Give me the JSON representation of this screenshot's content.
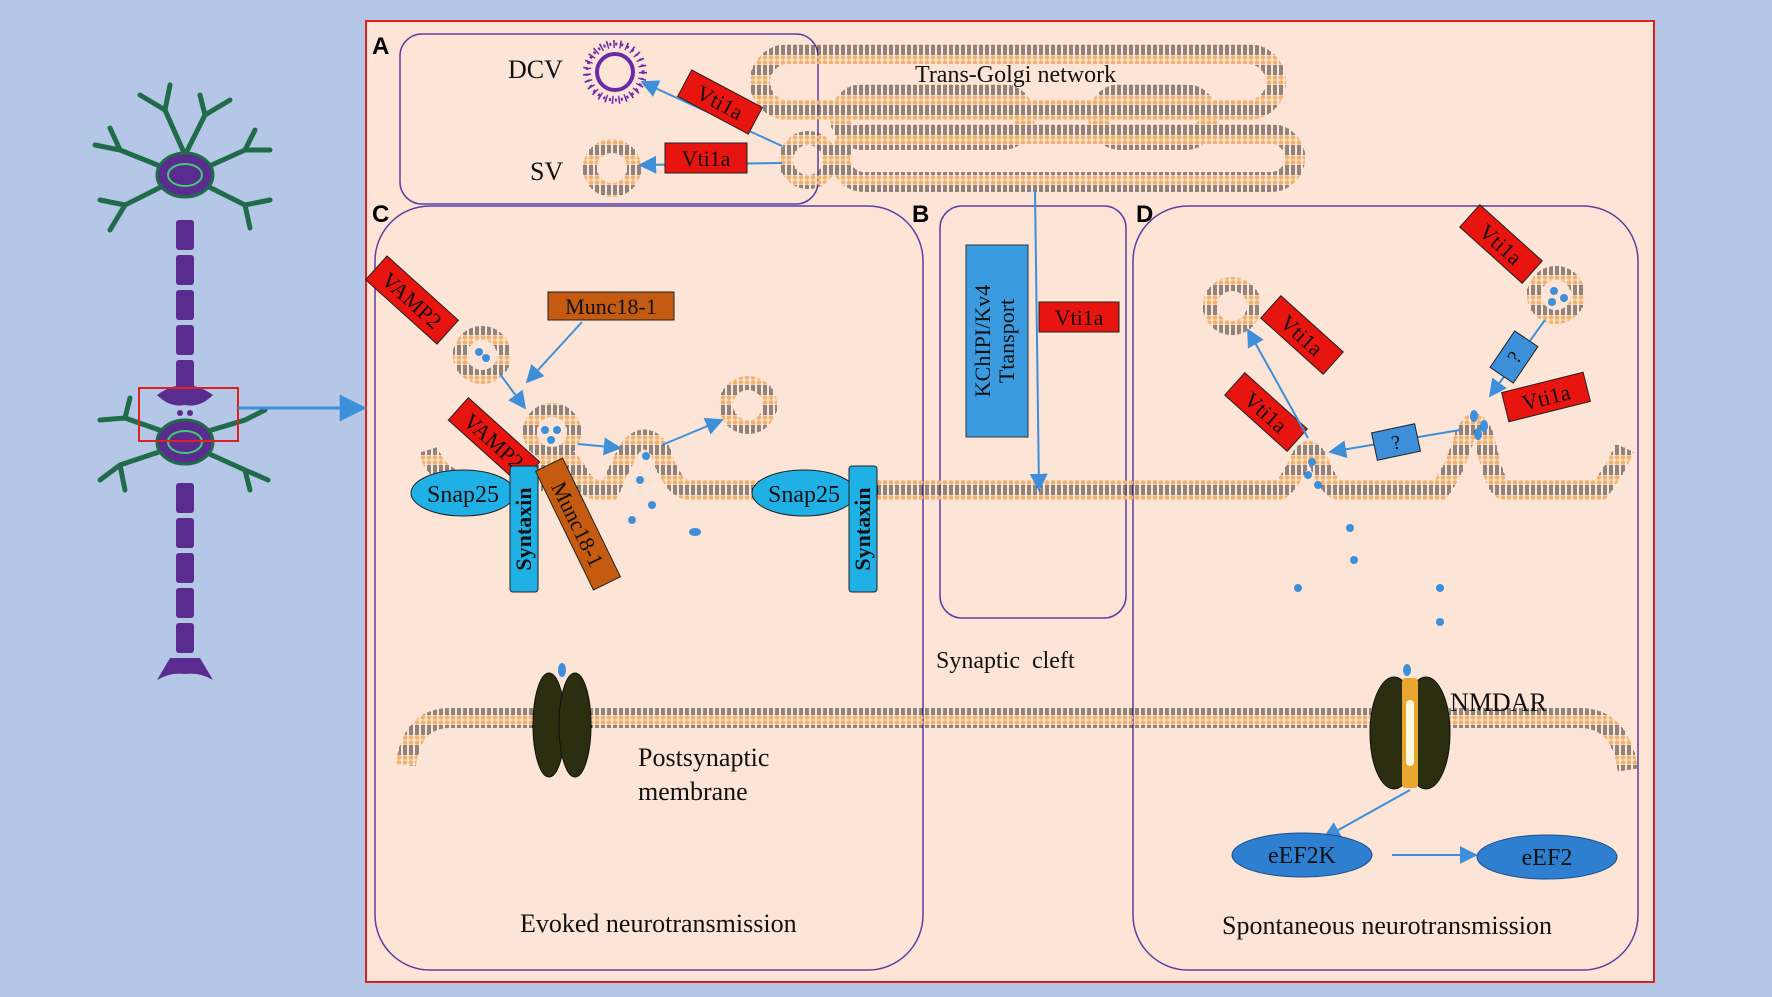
{
  "panels": {
    "a": "A",
    "b": "B",
    "c": "C",
    "d": "D"
  },
  "labels": {
    "dcv": "DCV",
    "sv": "SV",
    "tgn": "Trans-Golgi network",
    "vti1a": "Vti1a",
    "vamp2": "VAMP2",
    "munc18": "Munc18-1",
    "snap25": "Snap25",
    "syntaxin": "Syntaxin",
    "kchip_line1": "KChIPI/Kv4",
    "kchip_line2": "Ttansport",
    "unknown": "?",
    "synaptic_cleft": "Synaptic  cleft",
    "postsynaptic_line1": "Postsynaptic",
    "postsynaptic_line2": "membrane",
    "nmdar": "NMDAR",
    "eef2k": "eEF2K",
    "eef2": "eEF2",
    "evoked": "Evoked neurotransmission",
    "spontaneous": "Spontaneous neurotransmission"
  },
  "colors": {
    "background": "#b4c7e7",
    "panel_fill": "#fce4d6",
    "frame": "#e02020",
    "box_outline": "#5b3fa0",
    "vti1a": "#e8140f",
    "munc18": "#c55a11",
    "protein_blue": "#1fb0e6",
    "membrane_blue": "#4a8fd8",
    "kchip": "#3b9be0",
    "vesicle_head": "#f2b26b",
    "dcv_head": "#6b2aa8",
    "neuron": "#5b2c8f",
    "neuron_dendrite": "#1f6b4a",
    "arrow": "#3d8fd9",
    "nmdar_body": "#2b2f10",
    "nmdar_pore": "#e8a72e"
  }
}
